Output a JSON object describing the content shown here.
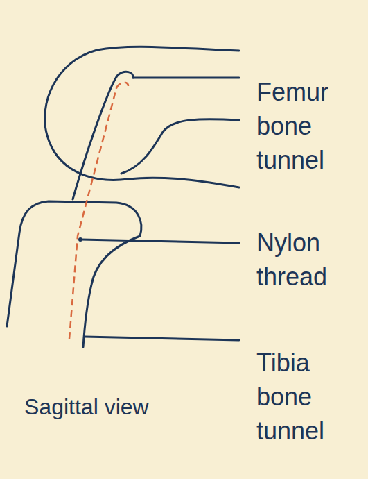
{
  "diagram": {
    "caption": "Sagittal view",
    "labels": [
      "Femur bone tunnel",
      "Nylon thread",
      "Tibia bone tunnel"
    ]
  }
}
